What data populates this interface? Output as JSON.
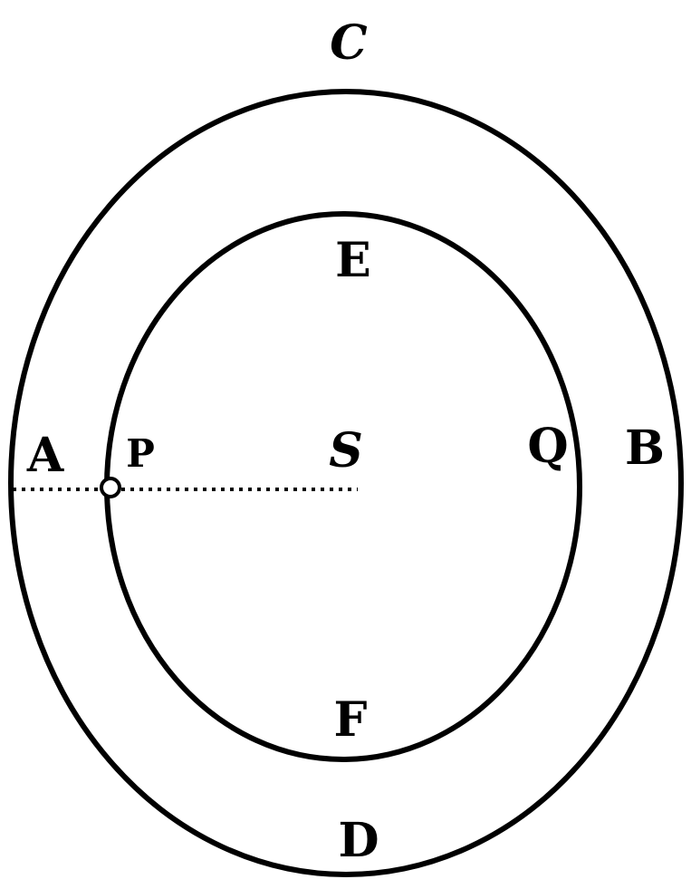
{
  "diagram": {
    "labels": {
      "C": "C",
      "E": "E",
      "A": "A",
      "P": "P",
      "S": "S",
      "Q": "Q",
      "B": "B",
      "F": "F",
      "D": "D"
    }
  }
}
